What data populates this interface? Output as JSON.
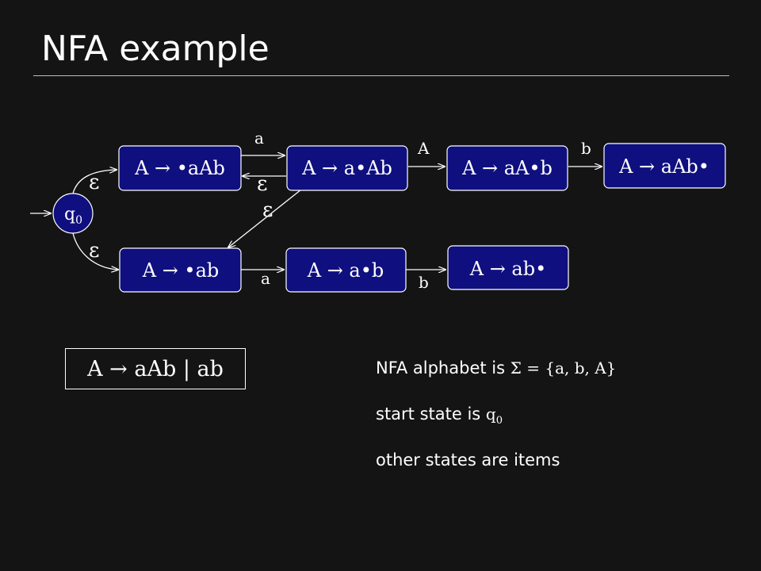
{
  "title": "NFA example",
  "diagram": {
    "start_state": {
      "name": "q",
      "sub": "0"
    },
    "states": [
      "A → •aAb",
      "A → a•Ab",
      "A → aA•b",
      "A → aAb•",
      "A → •ab",
      "A → a•b",
      "A → ab•"
    ],
    "edge_labels": {
      "start_to_aAb": "ε",
      "start_to_ab": "ε",
      "item1_to_item2": "a",
      "item2_to_item1": "ε",
      "item2_to_ab": "ε",
      "item2_to_item3": "A",
      "item3_to_item4": "b",
      "ab1_to_ab2": "a",
      "ab2_to_ab3": "b"
    }
  },
  "grammar": "A → aAb | ab",
  "notes": {
    "alphabet_prefix": "NFA alphabet is ",
    "alphabet_set": "Σ = {a, b, A}",
    "start_prefix": "start state is ",
    "start_state": "q",
    "start_state_sub": "0",
    "items_line": "other states are items"
  },
  "colors": {
    "background": "#141414",
    "state_fill": "#0f0f80",
    "foreground": "#ffffff"
  }
}
